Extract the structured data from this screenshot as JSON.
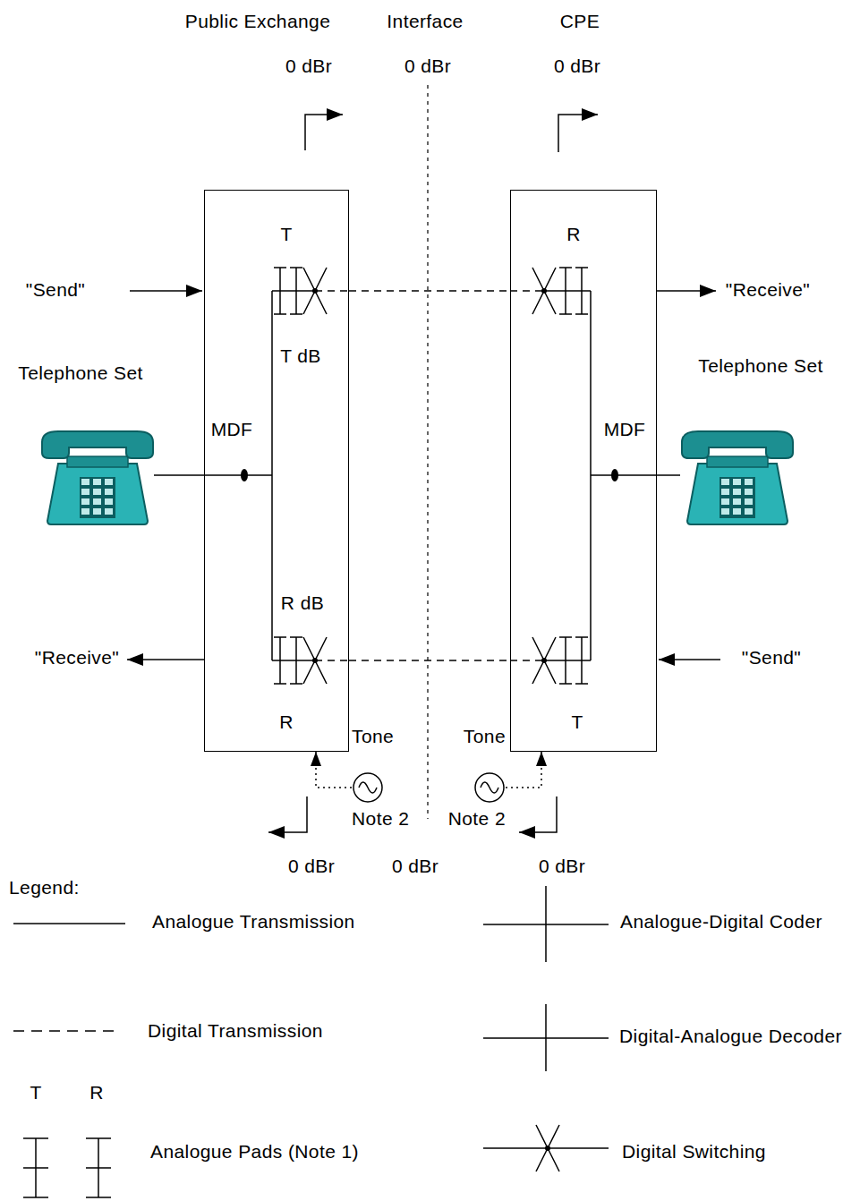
{
  "diagram": {
    "nodes": [
      {
        "text": [
          "T",
          "T dB",
          "MDF",
          "R dB",
          "R"
        ]
      },
      {
        "text": [
          "R",
          "MDF",
          "T"
        ]
      },
      {
        "text": [
          "Telephone Set"
        ]
      },
      {
        "text": [
          "Telephone Set"
        ]
      },
      {
        "text": [
          "Tone",
          "Note 2"
        ]
      },
      {
        "text": [
          "Tone",
          "Note 2"
        ]
      }
    ],
    "edges": [
      {
        "from": 0,
        "to": 1,
        "arrow": "none"
      },
      {
        "from": 0,
        "to": 1,
        "arrow": "none"
      },
      {
        "from": 2,
        "to": 0,
        "arrow": "none"
      },
      {
        "from": 3,
        "to": 1,
        "arrow": "none"
      },
      {
        "from": 4,
        "to": 0,
        "arrow": "to"
      },
      {
        "from": 5,
        "to": 1,
        "arrow": "to"
      }
    ],
    "labels": [
      "Public Exchange",
      "Interface",
      "CPE",
      "0 dBr",
      "0 dBr",
      "0 dBr",
      "\"Send\"",
      "\"Receive\"",
      "\"Receive\"",
      "\"Send\"",
      "0 dBr",
      "0 dBr",
      "0 dBr",
      "Legend:",
      "T",
      "R"
    ],
    "legend": [
      {
        "text": "Analogue Transmission"
      },
      {
        "text": "Analogue-Digital Coder"
      },
      {
        "text": "Digital Transmission"
      },
      {
        "text": "Digital-Analogue Decoder"
      },
      {
        "text": "Analogue Pads (Note 1)"
      },
      {
        "text": "Digital Switching"
      }
    ]
  }
}
